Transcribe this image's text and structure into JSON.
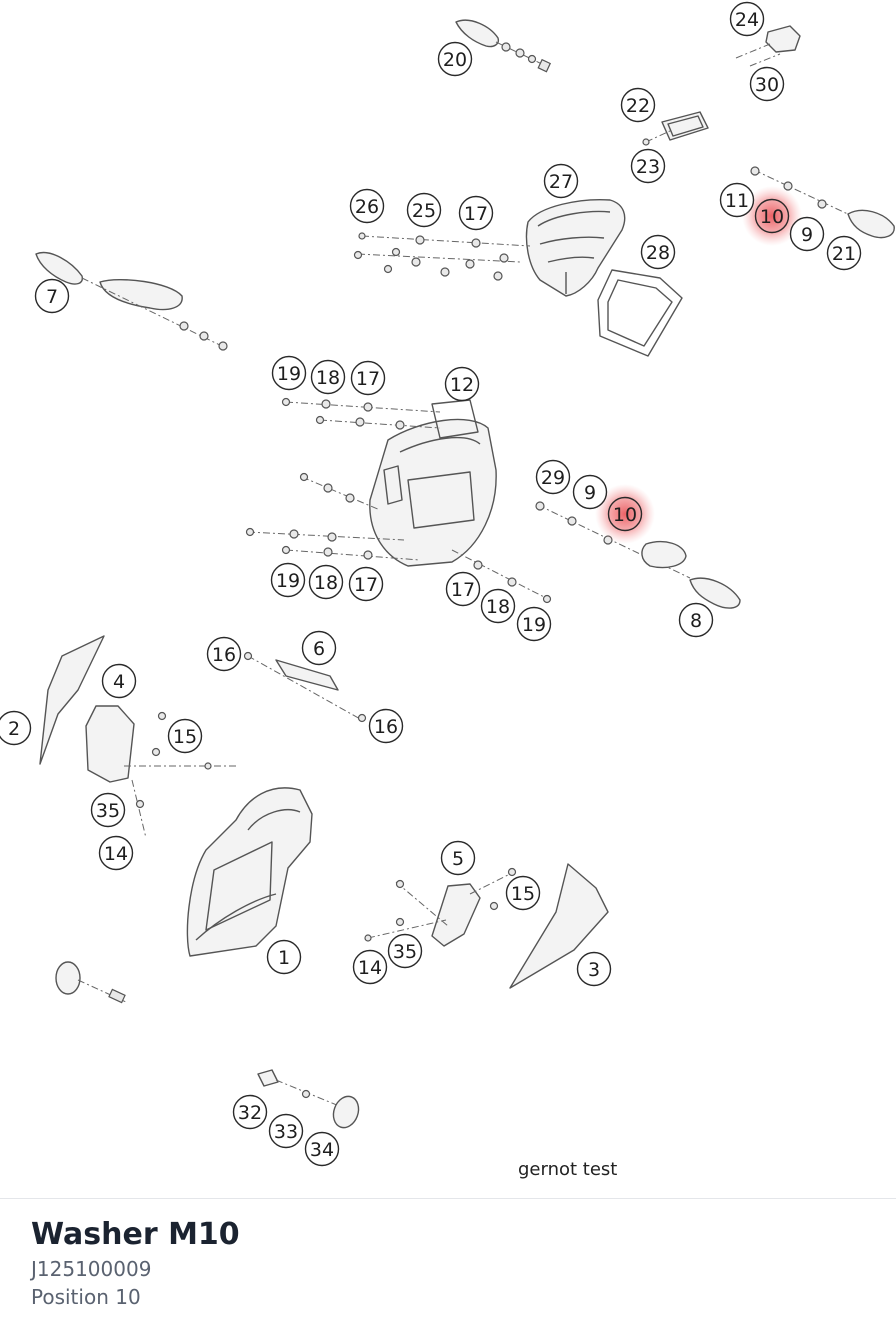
{
  "diagram": {
    "caption": "gernot test",
    "highlight_color": "#e8454a",
    "callouts": [
      {
        "id": "c20",
        "label": "20"
      },
      {
        "id": "c24",
        "label": "24"
      },
      {
        "id": "c30",
        "label": "30"
      },
      {
        "id": "c22",
        "label": "22"
      },
      {
        "id": "c23",
        "label": "23"
      },
      {
        "id": "c27",
        "label": "27"
      },
      {
        "id": "c26",
        "label": "26"
      },
      {
        "id": "c25",
        "label": "25"
      },
      {
        "id": "c17a",
        "label": "17"
      },
      {
        "id": "c11",
        "label": "11"
      },
      {
        "id": "c10a",
        "label": "10",
        "highlighted": true
      },
      {
        "id": "c9a",
        "label": "9"
      },
      {
        "id": "c21",
        "label": "21"
      },
      {
        "id": "c28",
        "label": "28"
      },
      {
        "id": "c7",
        "label": "7"
      },
      {
        "id": "c19a",
        "label": "19"
      },
      {
        "id": "c18a",
        "label": "18"
      },
      {
        "id": "c17b",
        "label": "17"
      },
      {
        "id": "c12",
        "label": "12"
      },
      {
        "id": "c29",
        "label": "29"
      },
      {
        "id": "c9b",
        "label": "9"
      },
      {
        "id": "c10b",
        "label": "10",
        "highlighted": true
      },
      {
        "id": "c19b",
        "label": "19"
      },
      {
        "id": "c18b",
        "label": "18"
      },
      {
        "id": "c17c",
        "label": "17"
      },
      {
        "id": "c17d",
        "label": "17"
      },
      {
        "id": "c18c",
        "label": "18"
      },
      {
        "id": "c19c",
        "label": "19"
      },
      {
        "id": "c8",
        "label": "8"
      },
      {
        "id": "c16a",
        "label": "16"
      },
      {
        "id": "c6",
        "label": "6"
      },
      {
        "id": "c16b",
        "label": "16"
      },
      {
        "id": "c4",
        "label": "4"
      },
      {
        "id": "c2",
        "label": "2"
      },
      {
        "id": "c15a",
        "label": "15"
      },
      {
        "id": "c35a",
        "label": "35"
      },
      {
        "id": "c14a",
        "label": "14"
      },
      {
        "id": "c5",
        "label": "5"
      },
      {
        "id": "c15b",
        "label": "15"
      },
      {
        "id": "c1",
        "label": "1"
      },
      {
        "id": "c35b",
        "label": "35"
      },
      {
        "id": "c14b",
        "label": "14"
      },
      {
        "id": "c3",
        "label": "3"
      },
      {
        "id": "c32",
        "label": "32"
      },
      {
        "id": "c33",
        "label": "33"
      },
      {
        "id": "c34",
        "label": "34"
      }
    ]
  },
  "part": {
    "name": "Washer M10",
    "number": "J125100009",
    "position": "Position 10"
  }
}
